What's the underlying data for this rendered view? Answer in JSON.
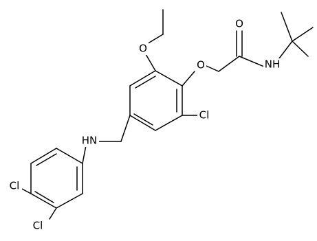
{
  "molecule": {
    "atoms": [
      {
        "id": "O_ethoxy",
        "label": "O"
      },
      {
        "id": "O_ether",
        "label": "O"
      },
      {
        "id": "O_carbonyl",
        "label": "O"
      },
      {
        "id": "N_amide",
        "label": "NH"
      },
      {
        "id": "Cl_ring1",
        "label": "Cl"
      },
      {
        "id": "N_amine",
        "label": "HN"
      },
      {
        "id": "Cl_ring2_a",
        "label": "Cl"
      },
      {
        "id": "Cl_ring2_b",
        "label": "Cl"
      }
    ],
    "bond_color": "#000000",
    "label_color": "#000000"
  }
}
